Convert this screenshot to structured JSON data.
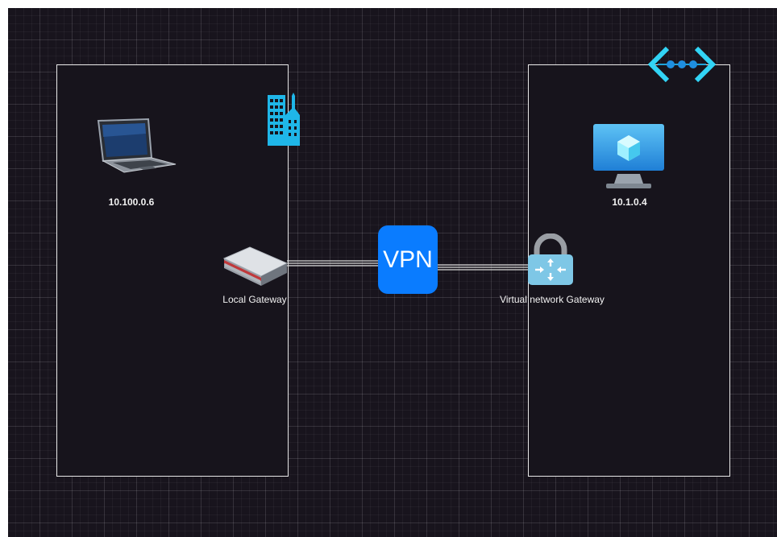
{
  "diagram": {
    "onprem_client_ip": "10.100.0.6",
    "azure_vm_ip": "10.1.0.4",
    "local_gateway_label": "Local Gateway",
    "vpn_label": "VPN",
    "vnet_gateway_label": "Virtual network Gateway"
  },
  "colors": {
    "canvas": "#18141d",
    "panel_border": "#e8e8e8",
    "vpn_blue": "#0a7cff",
    "azure_cyan": "#32d4f5",
    "building_cyan": "#1fb6e8",
    "gateway_red": "#c0393b"
  },
  "icons": [
    "laptop-icon",
    "building-icon",
    "router-icon",
    "vpn-icon",
    "azure-vm-icon",
    "vnet-icon",
    "vnet-gateway-icon"
  ]
}
